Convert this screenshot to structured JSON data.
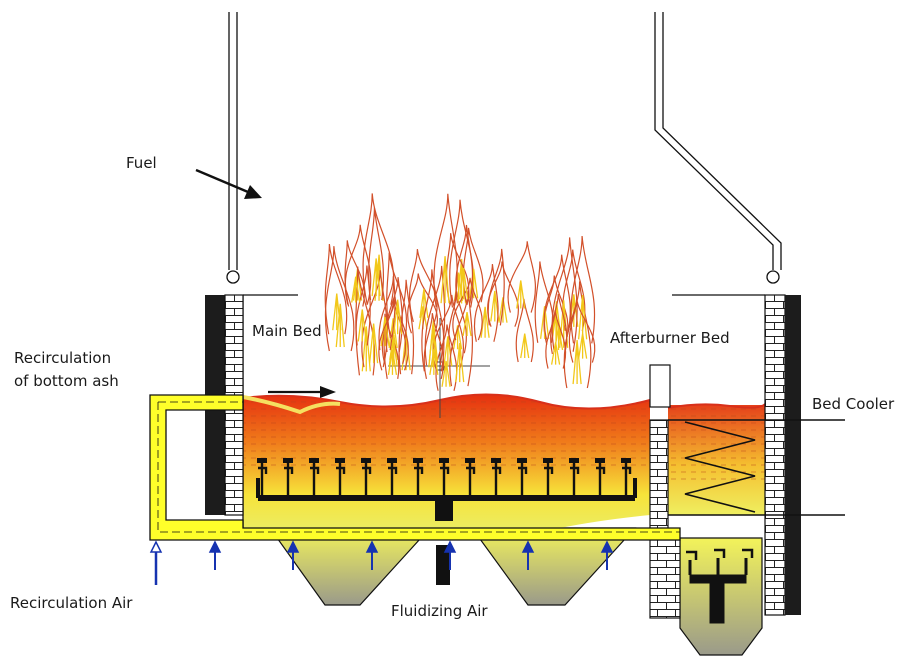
{
  "labels": {
    "fuel": "Fuel",
    "main_bed": "Main Bed",
    "recirculation_line1": "Recirculation",
    "recirculation_line2": "of bottom ash",
    "afterburner_bed": "Afterburner Bed",
    "bed_cooler": "Bed Cooler",
    "recirculation_air": "Recirculation Air",
    "fluidizing_air": "Fluidizing Air"
  },
  "colors": {
    "outline": "#111111",
    "wall_fill": "#ffffff",
    "wall_dark": "#1c1c1c",
    "bed_top": "#e53010",
    "bed_mid": "#f07a1a",
    "bed_low": "#f7e33a",
    "duct_fill": "#ffff2a",
    "hopper_top": "#f3f35a",
    "hopper_bottom": "#9a9a8a",
    "flame_red": "#d2502a",
    "flame_yellow": "#f2c81a",
    "air_arrow": "#1633b0"
  }
}
